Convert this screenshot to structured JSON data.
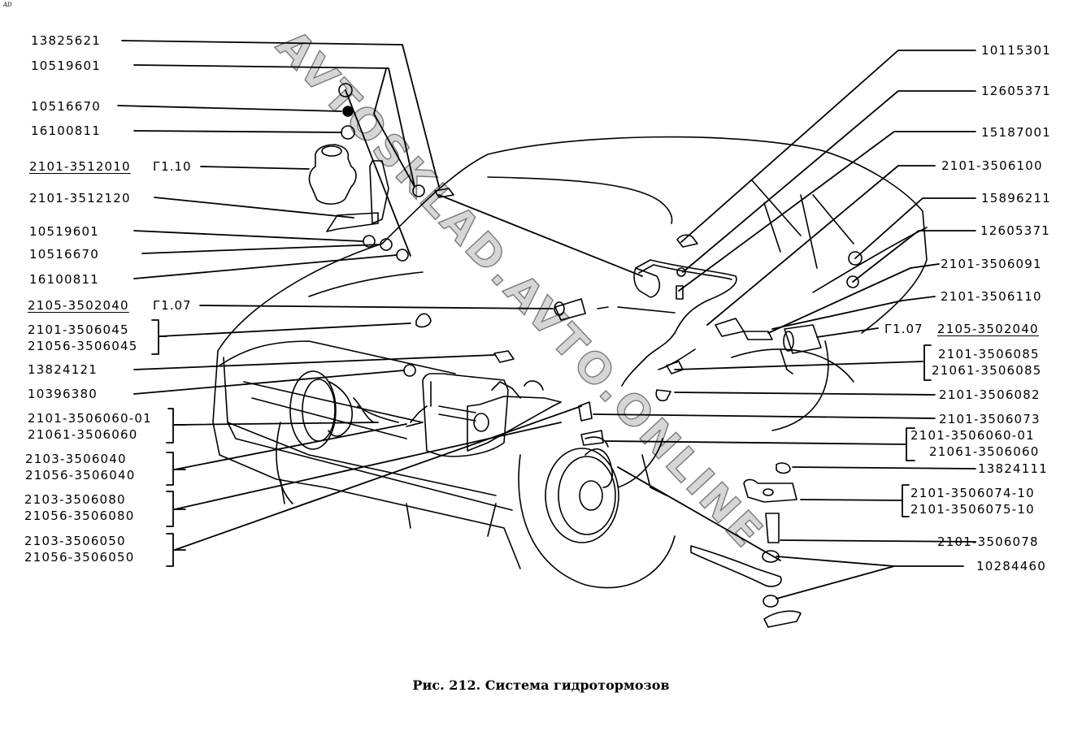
{
  "corner_mark": "AD",
  "watermark": "AVTOSKLAD.AVTO.ONLINE",
  "caption": "Рис. 212. Система гидротормозов",
  "left_labels": [
    {
      "id": "l1",
      "text": "13825621"
    },
    {
      "id": "l2",
      "text": "10519601"
    },
    {
      "id": "l3",
      "text": "10516670"
    },
    {
      "id": "l4",
      "text": "16100811"
    },
    {
      "id": "l5",
      "text": "2101-3512010",
      "underlined": true,
      "ref": "Г1.10"
    },
    {
      "id": "l6",
      "text": "2101-3512120"
    },
    {
      "id": "l7",
      "text": "10519601"
    },
    {
      "id": "l8",
      "text": "10516670"
    },
    {
      "id": "l9",
      "text": "16100811"
    },
    {
      "id": "l10",
      "text": "2105-3502040",
      "underlined": true,
      "ref": "Г1.07"
    },
    {
      "id": "l11",
      "group": [
        "2101-3506045",
        "21056-3506045"
      ]
    },
    {
      "id": "l12",
      "text": "13824121"
    },
    {
      "id": "l13",
      "text": "10396380"
    },
    {
      "id": "l14",
      "group": [
        "2101-3506060-01",
        "21061-3506060"
      ]
    },
    {
      "id": "l15",
      "group": [
        "2103-3506040",
        "21056-3506040"
      ]
    },
    {
      "id": "l16",
      "group": [
        "2103-3506080",
        "21056-3506080"
      ]
    },
    {
      "id": "l17",
      "group": [
        "2103-3506050",
        "21056-3506050"
      ]
    }
  ],
  "right_labels": [
    {
      "id": "r1",
      "text": "10115301"
    },
    {
      "id": "r2",
      "text": "12605371"
    },
    {
      "id": "r3",
      "text": "15187001"
    },
    {
      "id": "r4",
      "text": "2101-3506100"
    },
    {
      "id": "r5",
      "text": "15896211"
    },
    {
      "id": "r6",
      "text": "12605371"
    },
    {
      "id": "r7",
      "text": "2101-3506091"
    },
    {
      "id": "r8",
      "text": "2101-3506110"
    },
    {
      "id": "r9",
      "text": "2105-3502040",
      "underlined": true,
      "ref": "Г1.07"
    },
    {
      "id": "r10",
      "group": [
        "2101-3506085",
        "21061-3506085"
      ]
    },
    {
      "id": "r11",
      "text": "2101-3506082"
    },
    {
      "id": "r12",
      "text": "2101-3506073"
    },
    {
      "id": "r13",
      "group": [
        "2101-3506060-01",
        "21061-3506060"
      ]
    },
    {
      "id": "r14",
      "text": "13824111"
    },
    {
      "id": "r15",
      "group": [
        "2101-3506074-10",
        "2101-3506075-10"
      ]
    },
    {
      "id": "r16",
      "text": "2101-3506078"
    },
    {
      "id": "r17",
      "text": "10284460"
    }
  ]
}
